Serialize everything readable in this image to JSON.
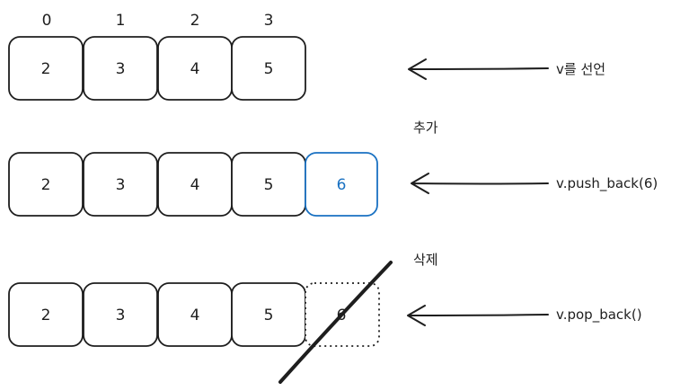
{
  "indices": [
    "0",
    "1",
    "2",
    "3"
  ],
  "row_declare": {
    "cells": [
      "2",
      "3",
      "4",
      "5"
    ],
    "annotation": "v를 선언"
  },
  "row_push": {
    "title": "추가",
    "cells": [
      "2",
      "3",
      "4",
      "5"
    ],
    "new_cell": "6",
    "annotation": "v.push_back(6)"
  },
  "row_pop": {
    "title": "삭제",
    "cells": [
      "2",
      "3",
      "4",
      "5"
    ],
    "removed_cell": "6",
    "annotation": "v.pop_back()"
  },
  "colors": {
    "stroke": "#1e1e1e",
    "new_element": "#1971c2"
  }
}
